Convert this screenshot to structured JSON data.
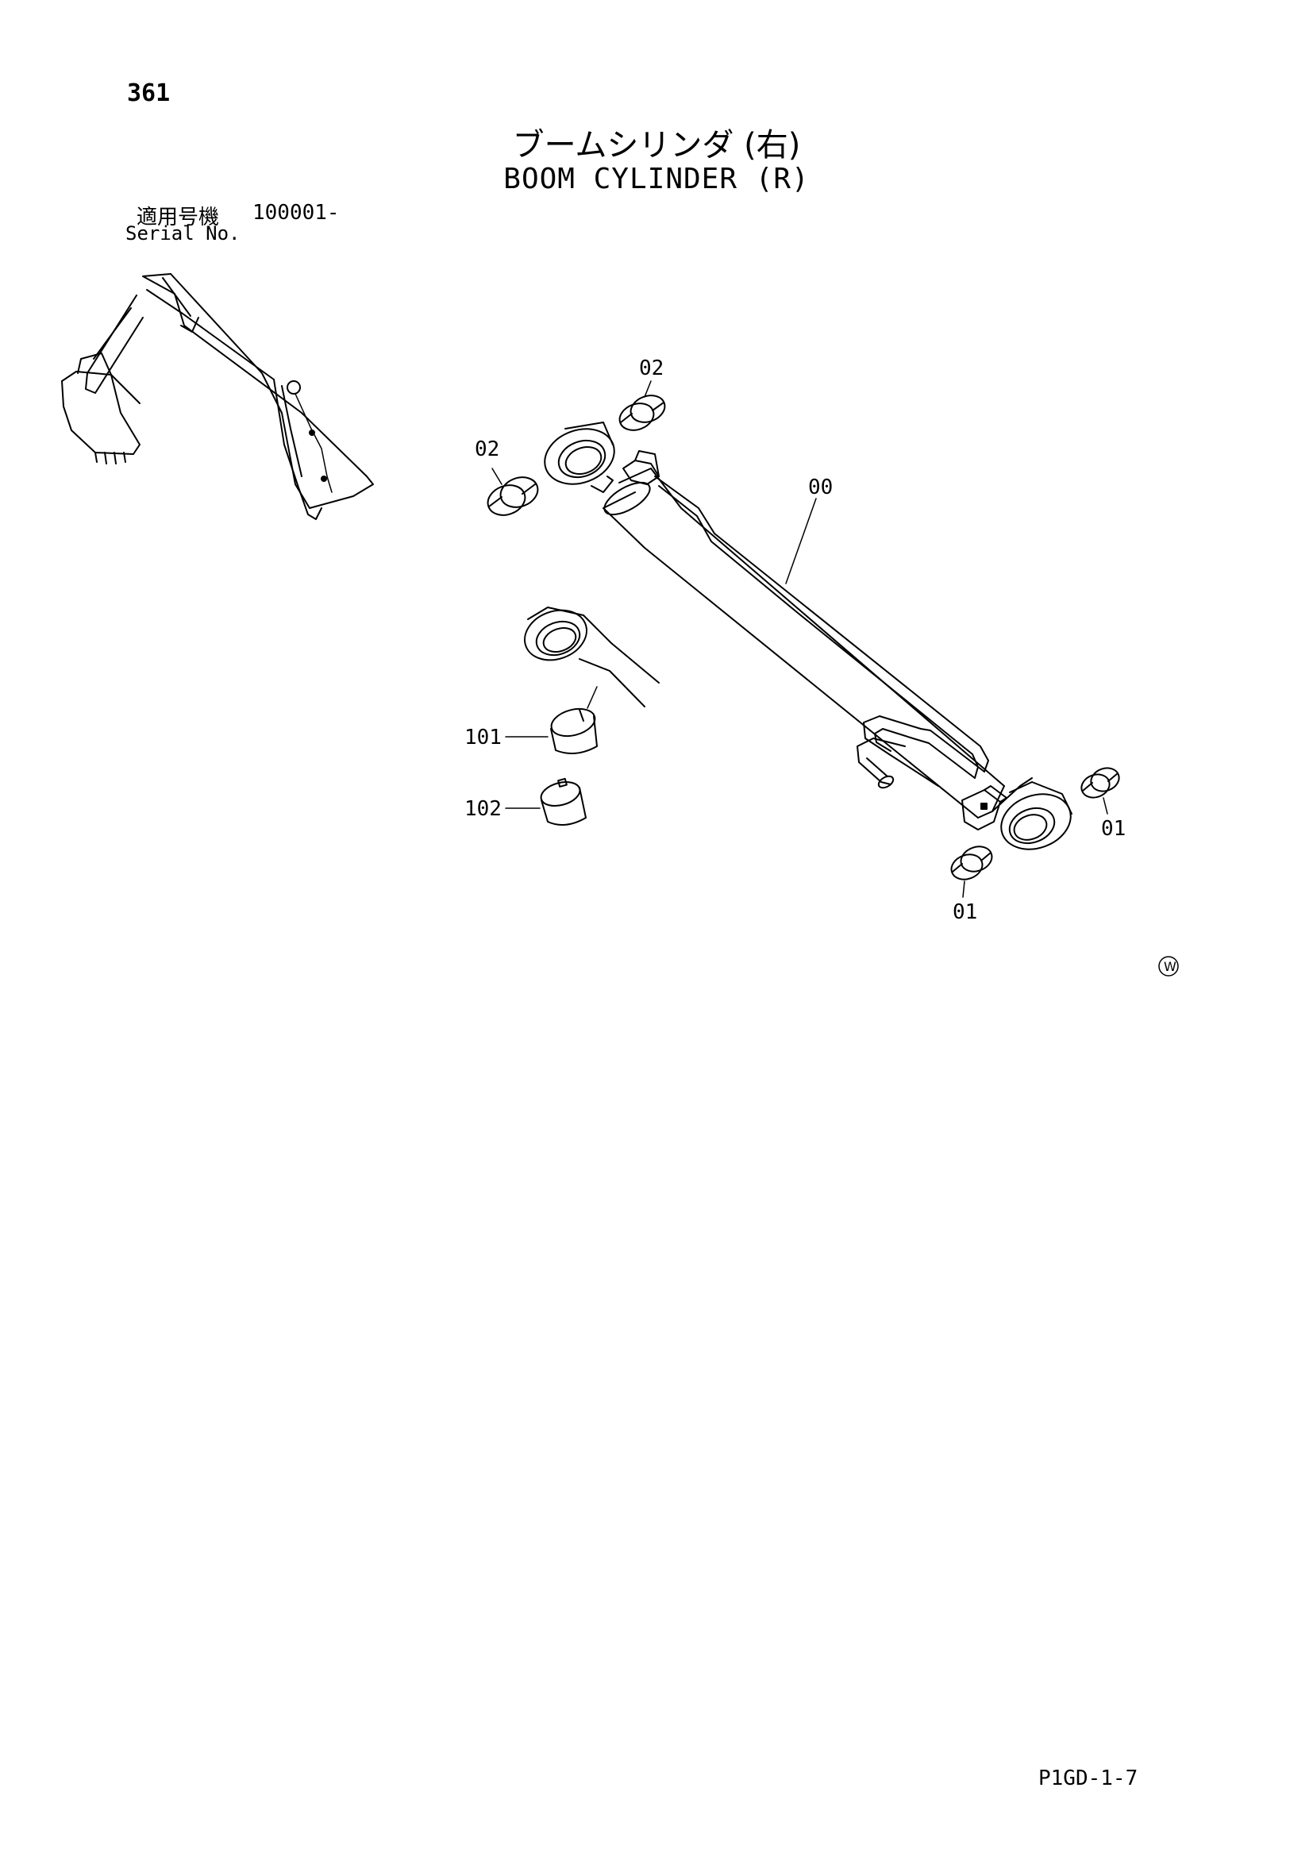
{
  "page": {
    "number": "361",
    "title_jp": "ブームシリンダ (右)",
    "title_en": "BOOM CYLINDER (R)",
    "serial_label_jp": "適用号機",
    "serial_value": "100001-",
    "serial_label_en": "Serial No.",
    "footer_code": "P1GD-1-7",
    "watermark_mark": "W"
  },
  "callouts": {
    "c00": "00",
    "c01a": "01",
    "c01b": "01",
    "c02a": "02",
    "c02b": "02",
    "c101": "101",
    "c102": "102"
  }
}
